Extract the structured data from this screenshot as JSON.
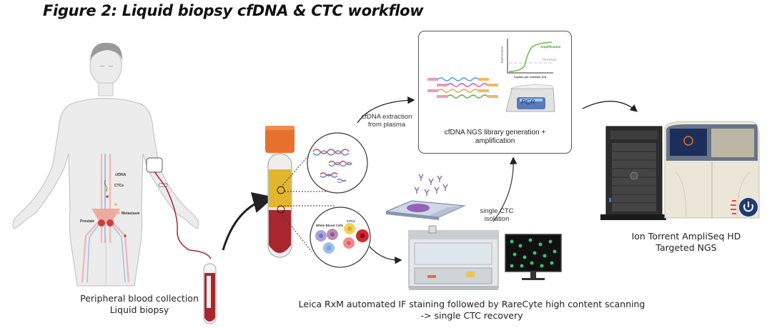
{
  "figure": {
    "title": "Figure 2: Liquid biopsy cfDNA & CTC workflow"
  },
  "body_diagram": {
    "labels": {
      "cfdna": "cfDNA",
      "ctcs": "CTCs",
      "metastasis": "Metastasis",
      "prostate": "Prostate"
    },
    "caption_line1": "Peripheral blood collection",
    "caption_line2": "Liquid biopsy"
  },
  "plasma_step": {
    "label_line1": "cfDNA extraction",
    "label_line2": "from plasma"
  },
  "cells_inset": {
    "wbc_label": "White Blood Cells",
    "ctc_label": "CTCs"
  },
  "library_box": {
    "chart": {
      "curve_label": "Amplification",
      "threshold_label": "Threshold",
      "ylabel": "Fluorescence",
      "xlabel": "Copies per reaction (Ct)"
    },
    "pcr_label": "PCR",
    "caption_line1": "cfDNA NGS library generation +",
    "caption_line2": "amplification"
  },
  "ctc_step": {
    "isolation_line1": "single CTC",
    "isolation_line2": "isolation",
    "caption_line1": "Leica RxM automated IF staining followed by RareCyte high content scanning",
    "caption_line2": "-> single CTC recovery"
  },
  "sequencing": {
    "caption_line1": "Ion Torrent AmpliSeq HD",
    "caption_line2": "Targeted NGS"
  },
  "colors": {
    "blood": "#a8272e",
    "plasma": "#e3b52d",
    "cap_orange": "#e8702d",
    "amplification_green": "#6cc24a",
    "pcr_blue": "#5b78b8",
    "ion_blue": "#1f3b73"
  }
}
